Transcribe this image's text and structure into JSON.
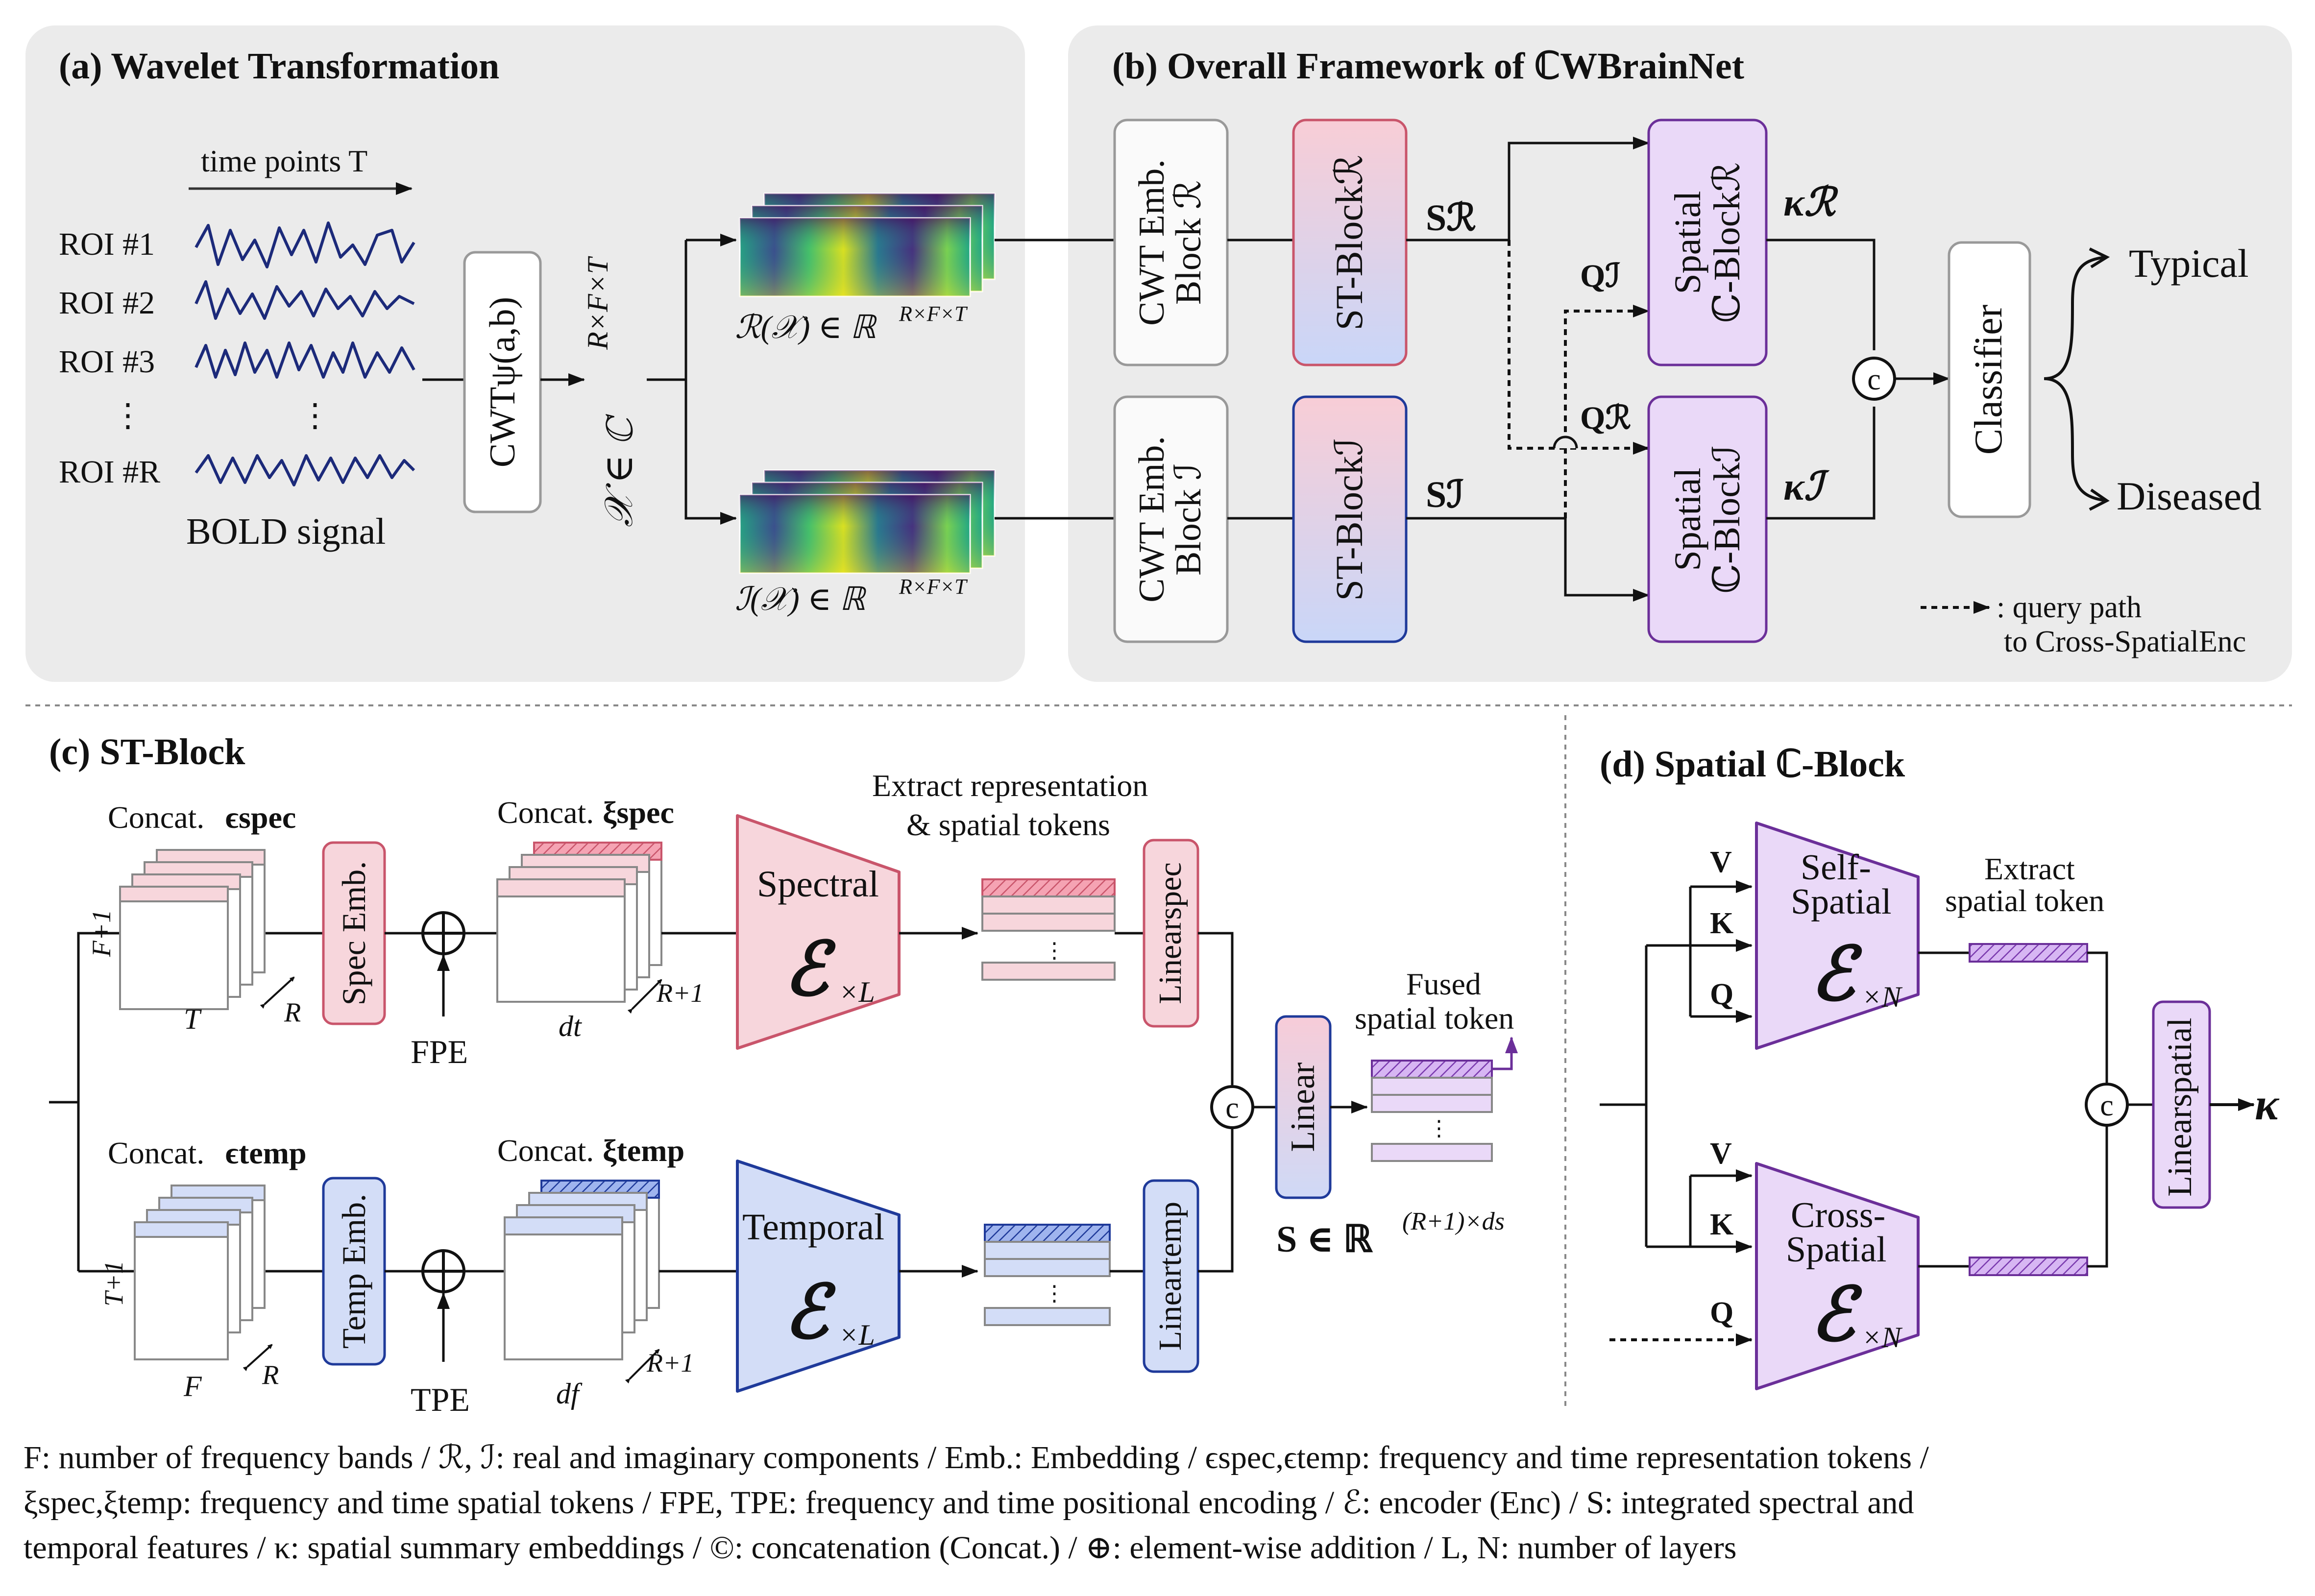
{
  "panels": {
    "a": {
      "title": "(a) Wavelet Transformation",
      "time_axis": "time points T",
      "roi_labels": [
        "ROI #1",
        "ROI #2",
        "ROI #3",
        "⋮",
        "ROI #R"
      ],
      "roi_dots": "⋮",
      "bold_label": "BOLD signal",
      "cwt_label": "CWTψ(a,b)",
      "x_label": "𝒳 ∈ ℂ",
      "x_sup": "R×F×T",
      "real_label": "ℛ(𝒳) ∈ ℝ",
      "imag_label": "ℐ(𝒳) ∈ ℝ",
      "rft_sup": "R×F×T"
    },
    "b": {
      "title": "(b) Overall Framework of ℂWBrainNet",
      "cwt_emb_r": [
        "CWT Emb.",
        "Block ℛ"
      ],
      "cwt_emb_i": [
        "CWT Emb.",
        "Block ℐ"
      ],
      "st_block_r": "ST-Blockℛ",
      "st_block_i": "ST-Blockℐ",
      "s_r": "Sℛ",
      "s_i": "Sℐ",
      "q_i": "Qℐ",
      "q_r": "Qℛ",
      "spatial_c_r": [
        "Spatial",
        "ℂ-Blockℛ"
      ],
      "spatial_c_i": [
        "Spatial",
        "ℂ-Blockℐ"
      ],
      "kappa_r": "κℛ",
      "kappa_i": "κℐ",
      "concat_symbol": "c",
      "classifier": "Classifier",
      "out_typical": "Typical",
      "out_diseased": "Diseased",
      "legend_line1": ": query path",
      "legend_line2": "to Cross-SpatialEnc"
    },
    "c": {
      "title": "(c) ST-Block",
      "concat_eps_spec": "Concat.",
      "eps_spec": "ϵspec",
      "concat_eps_temp": "Concat.",
      "eps_temp": "ϵtemp",
      "concat_xi_spec": "Concat.",
      "xi_spec": "ξspec",
      "concat_xi_temp": "Concat.",
      "xi_temp": "ξtemp",
      "f_plus_1": "F+1",
      "t_plus_1": "T+1",
      "T": "T",
      "F": "F",
      "R": "R",
      "R_plus_1": "R+1",
      "d_t": "dt",
      "d_f": "df",
      "spec_emb": "Spec Emb.",
      "temp_emb": "Temp Emb.",
      "fpe": "FPE",
      "tpe": "TPE",
      "spectral": "Spectral",
      "temporal": "Temporal",
      "enc_symbol": "ℰ",
      "times_l": "×L",
      "extract_line1": "Extract representation",
      "extract_line2": "& spatial tokens",
      "linear_spec": "Linearspec",
      "linear_temp": "Lineartemp",
      "linear": "Linear",
      "fused_line1": "Fused",
      "fused_line2": "spatial token",
      "s_dim": "S ∈ ℝ",
      "s_dim_sup": "(R+1)×ds",
      "dots": "⋮"
    },
    "d": {
      "title": "(d) Spatial ℂ-Block",
      "self_spatial": [
        "Self-",
        "Spatial"
      ],
      "cross_spatial": [
        "Cross-",
        "Spatial"
      ],
      "times_n": "×N",
      "extract_line1": "Extract",
      "extract_line2": "spatial token",
      "v": "V",
      "k": "K",
      "q": "Q",
      "linear_spatial": "Linearspatial",
      "kappa": "κ"
    }
  },
  "caption": {
    "line1": "F: number of frequency bands / ℛ, ℐ: real and imaginary components / Emb.: Embedding / ϵspec,ϵtemp: frequency and time representation tokens /",
    "line2": "ξspec,ξtemp: frequency and time spatial tokens / FPE, TPE: frequency and time positional encoding / ℰ: encoder (Enc) / S: integrated spectral and",
    "line3": "temporal features / κ: spatial summary embeddings  / ©: concatenation (Concat.) / ⊕: element-wise addition / L, N: number of layers"
  },
  "colors": {
    "panel_bg": "#ebebeb",
    "pink": "#c9556b",
    "pink_fill": "#f7d6dc",
    "blue": "#1f3a9a",
    "blue_fill": "#d3ddf7",
    "purple": "#6b2f99",
    "purple_fill": "#ead9f8",
    "signal": "#1c2a7a"
  }
}
